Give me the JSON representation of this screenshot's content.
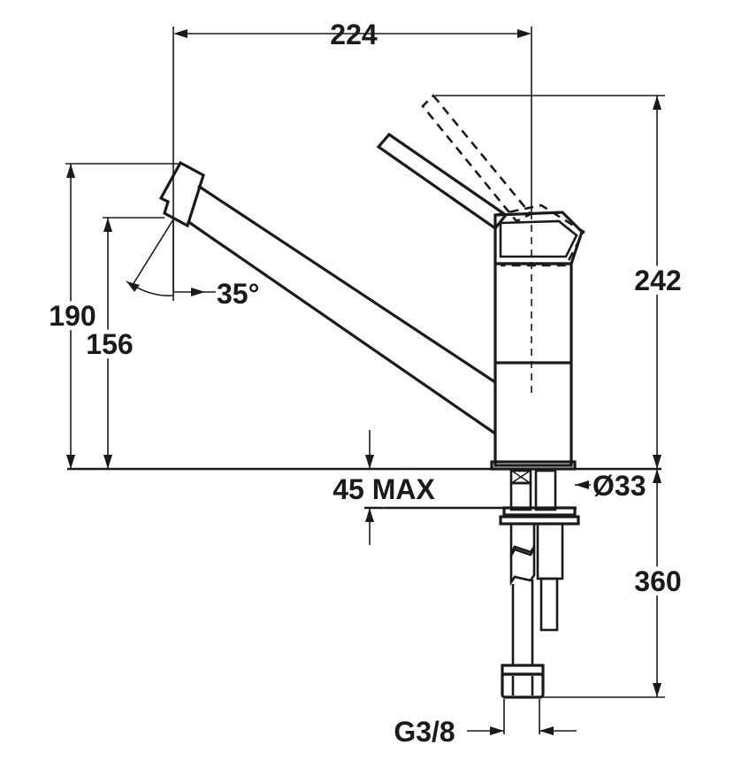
{
  "dimensions": {
    "width_total": "224",
    "height_total": "242",
    "spout_height": "190",
    "outlet_height": "156",
    "angle": "35°",
    "counter_thickness": "45 MAX",
    "base_diameter": "Ø33",
    "hose_length": "360",
    "thread": "G3/8"
  },
  "colors": {
    "line": "#1a1a1a",
    "background": "#ffffff"
  }
}
